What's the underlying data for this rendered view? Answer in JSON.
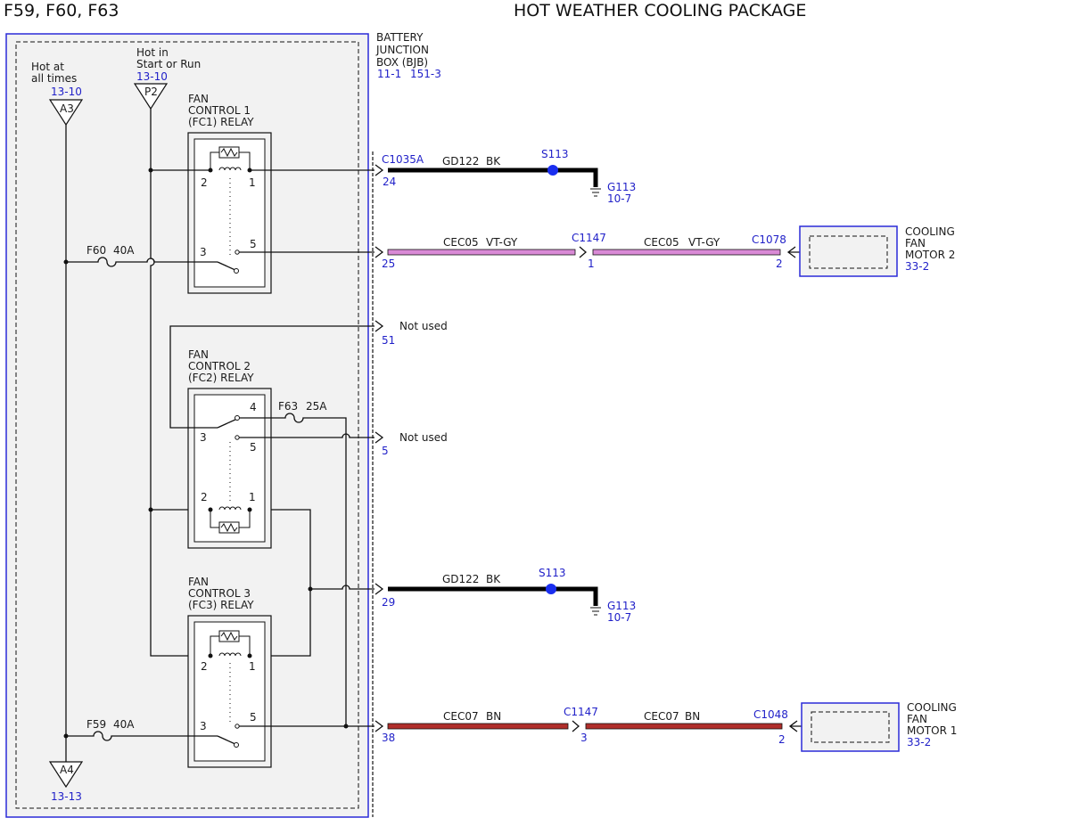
{
  "header": {
    "fuses": "F59, F60, F63",
    "title": "HOT WEATHER COOLING PACKAGE"
  },
  "colors": {
    "bk": "#000000",
    "vt_gy": "#d98ad6",
    "bn": "#b02e2a",
    "ref": "#1f1fc8",
    "splice": "#1a2ef0"
  },
  "bjb": {
    "line1": "BATTERY",
    "line2": "JUNCTION",
    "line3": "BOX (BJB)",
    "ref1": "11-1",
    "ref2": "151-3"
  },
  "power": {
    "a3": {
      "line1": "Hot at",
      "line2": "all times",
      "ref": "13-10",
      "pin": "A3"
    },
    "p2": {
      "line1": "Hot in",
      "line2": "Start or Run",
      "ref": "13-10",
      "pin": "P2"
    },
    "a4": {
      "pin": "A4",
      "ref": "13-13"
    }
  },
  "relays": {
    "fc1": {
      "line1": "FAN",
      "line2": "CONTROL 1",
      "line3": "(FC1) RELAY",
      "p2": "2",
      "p1": "1",
      "p3": "3",
      "p5": "5"
    },
    "fc2": {
      "line1": "FAN",
      "line2": "CONTROL 2",
      "line3": "(FC2) RELAY",
      "p4": "4",
      "p3": "3",
      "p5": "5",
      "p2": "2",
      "p1": "1"
    },
    "fc3": {
      "line1": "FAN",
      "line2": "CONTROL 3",
      "line3": "(FC3) RELAY",
      "p2": "2",
      "p1": "1",
      "p3": "3",
      "p5": "5"
    }
  },
  "fuses": {
    "f60": {
      "name": "F60",
      "rating": "40A"
    },
    "f63": {
      "name": "F63",
      "rating": "25A"
    },
    "f59": {
      "name": "F59",
      "rating": "40A"
    }
  },
  "circuits": {
    "row24": {
      "connector": "C1035A",
      "pin": "24",
      "circuit": "GD122",
      "color": "BK",
      "splice": "S113",
      "ground": "G113",
      "ground_ref": "10-7"
    },
    "row25": {
      "pin": "25",
      "circuit_a": "CEC05",
      "color_a": "VT-GY",
      "inline": "C1147",
      "inline_pin": "1",
      "circuit_b": "CEC05",
      "color_b": "VT-GY",
      "end_connector": "C1078",
      "end_pin": "2"
    },
    "row51": {
      "pin": "51",
      "text": "Not used"
    },
    "row5": {
      "pin": "5",
      "text": "Not used"
    },
    "row29": {
      "pin": "29",
      "circuit": "GD122",
      "color": "BK",
      "splice": "S113",
      "ground": "G113",
      "ground_ref": "10-7"
    },
    "row38": {
      "pin": "38",
      "circuit_a": "CEC07",
      "color_a": "BN",
      "inline": "C1147",
      "inline_pin": "3",
      "circuit_b": "CEC07",
      "color_b": "BN",
      "end_connector": "C1048",
      "end_pin": "2"
    }
  },
  "motors": {
    "m2": {
      "line1": "COOLING",
      "line2": "FAN",
      "line3": "MOTOR 2",
      "ref": "33-2"
    },
    "m1": {
      "line1": "COOLING",
      "line2": "FAN",
      "line3": "MOTOR 1",
      "ref": "33-2"
    }
  }
}
